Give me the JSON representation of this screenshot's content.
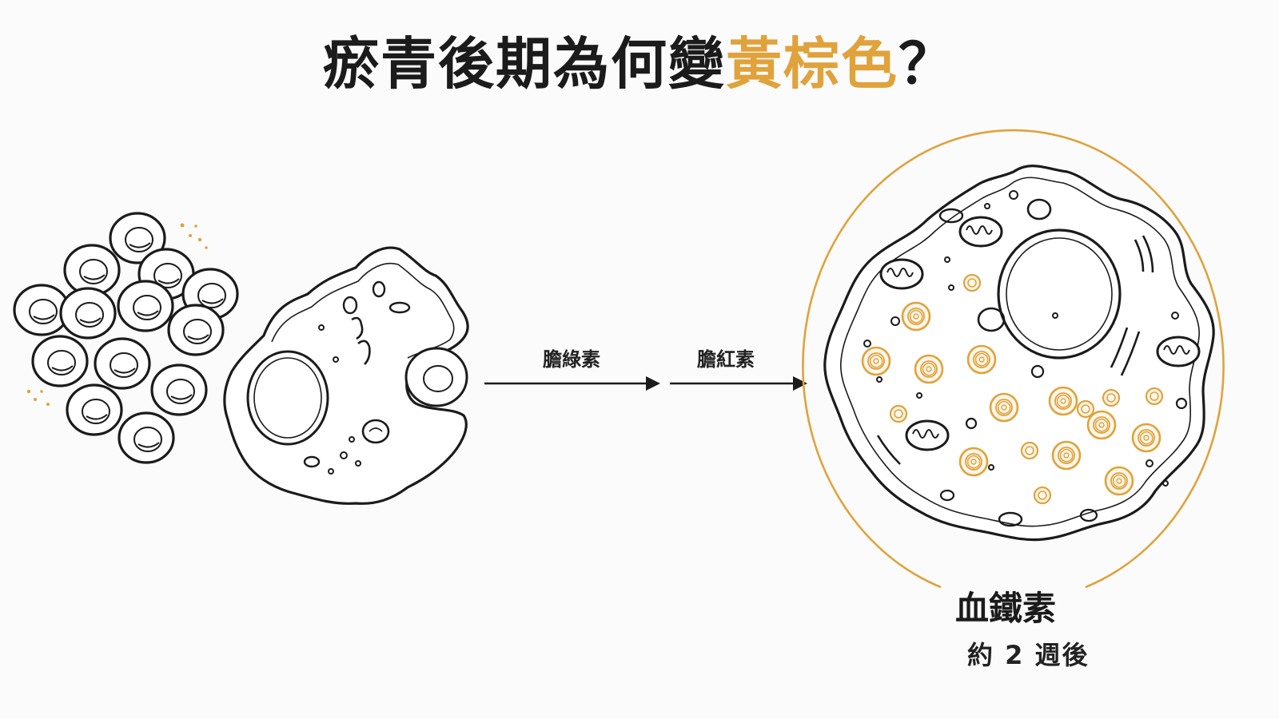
{
  "title": {
    "prefix": "瘀青後期為何變",
    "highlight": "黃棕色",
    "suffix": "？"
  },
  "steps": {
    "step1_label": "膽綠素",
    "step2_label": "膽紅素"
  },
  "result": {
    "label": "血鐵素",
    "time": "約 2 週後"
  },
  "colors": {
    "accent": "#e0a23b",
    "ink": "#1b1b1b",
    "background": "#fbfbfb"
  },
  "icons": {
    "red_blood_cells": "red-blood-cells-icon",
    "macrophage": "macrophage-cell-icon",
    "hemosiderin_macrophage": "hemosiderin-macrophage-icon"
  }
}
